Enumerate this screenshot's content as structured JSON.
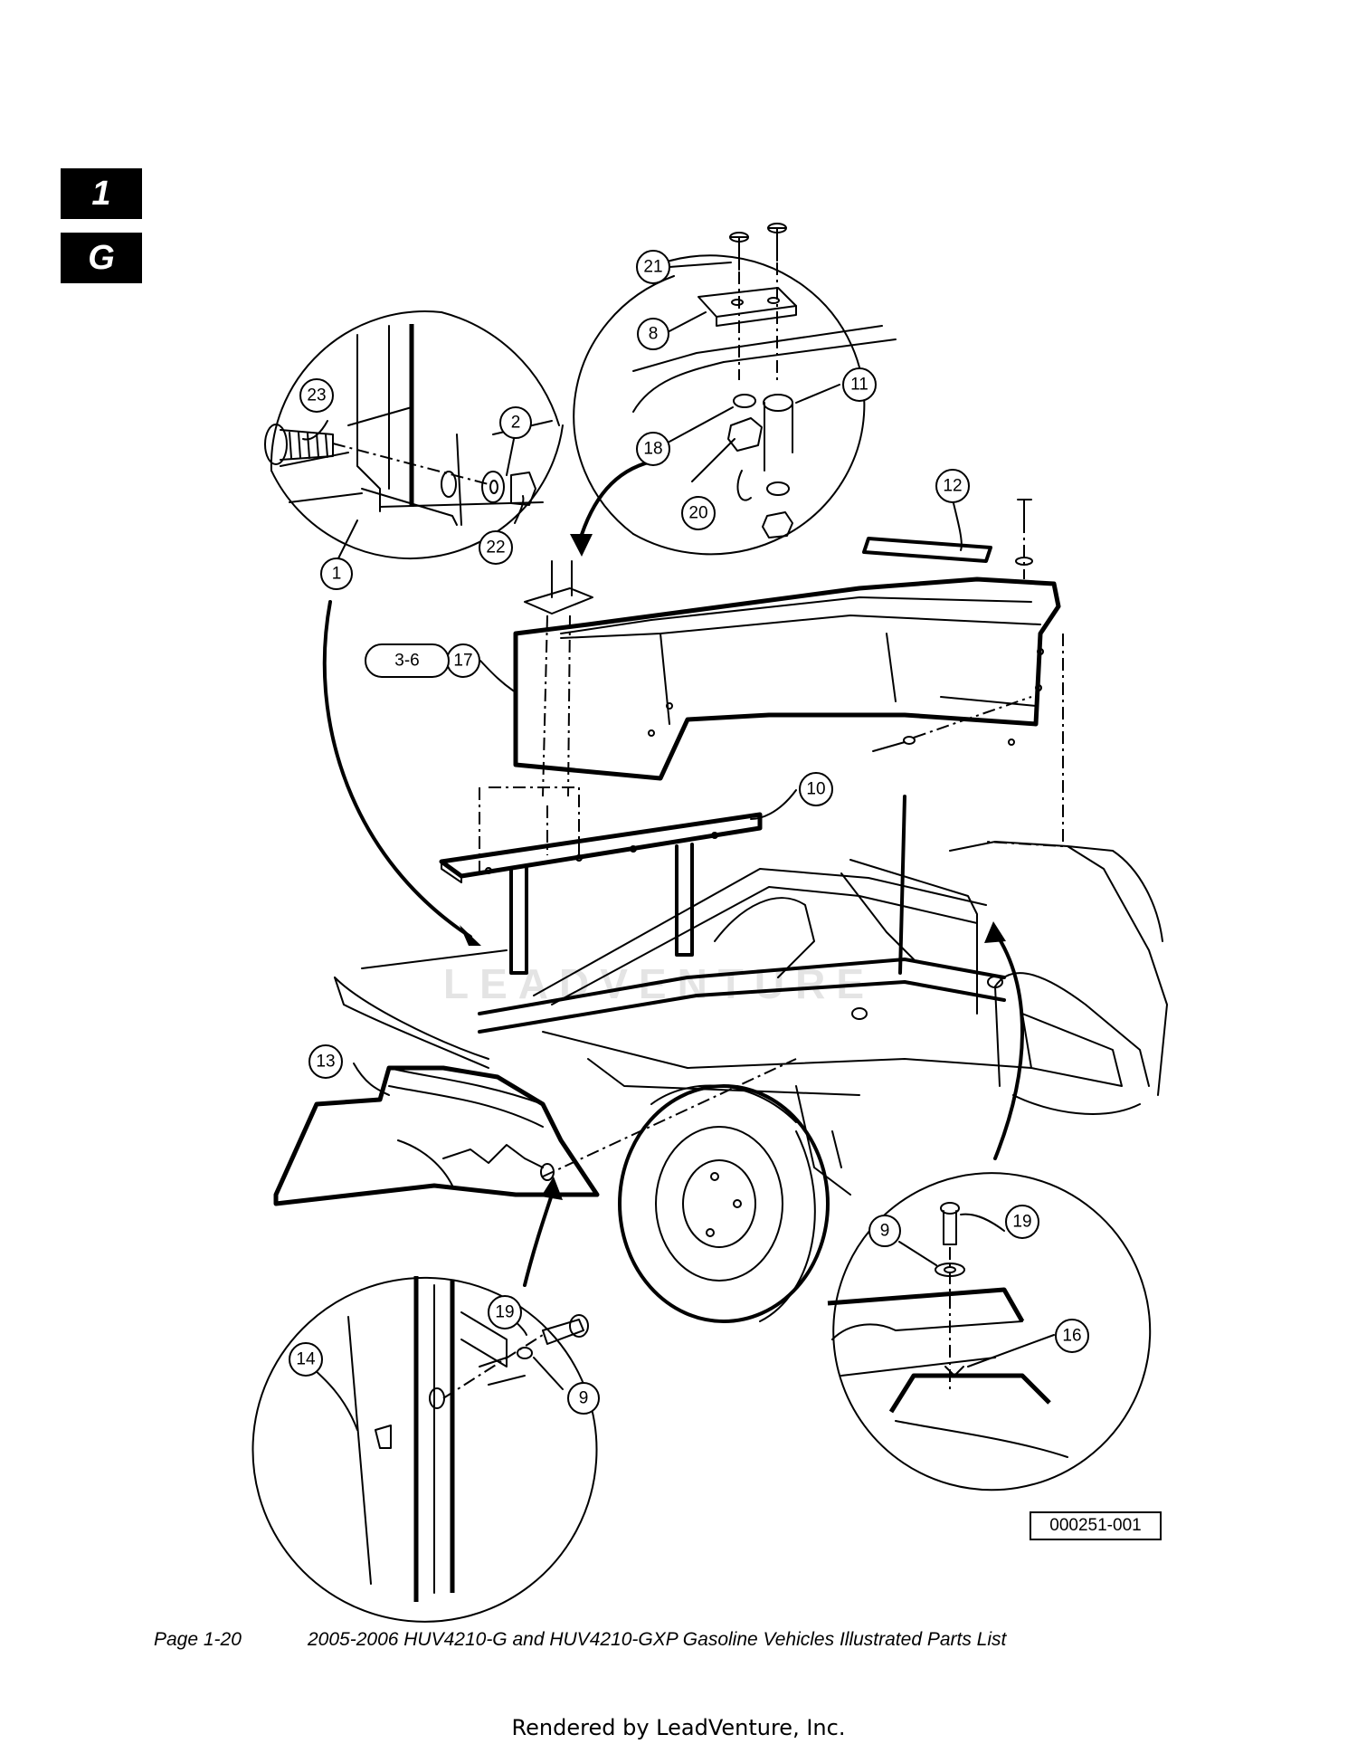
{
  "section_tabs": [
    "1",
    "G"
  ],
  "callouts": {
    "c1": "1",
    "c2": "2",
    "c8": "8",
    "c9a": "9",
    "c9b": "9",
    "c10": "10",
    "c11": "11",
    "c12": "12",
    "c13": "13",
    "c14": "14",
    "c16": "16",
    "c17": "17",
    "c18": "18",
    "c19a": "19",
    "c19b": "19",
    "c20": "20",
    "c21": "21",
    "c22": "22",
    "c23": "23"
  },
  "ref_range": "3-6",
  "figure_id": "000251-001",
  "watermark": "LEADVENTURE",
  "footer": {
    "page": "Page 1-20",
    "title": "2005-2006 HUV4210-G and HUV4210-GXP Gasoline Vehicles Illustrated Parts List"
  },
  "rendered_by": "Rendered by LeadVenture, Inc."
}
